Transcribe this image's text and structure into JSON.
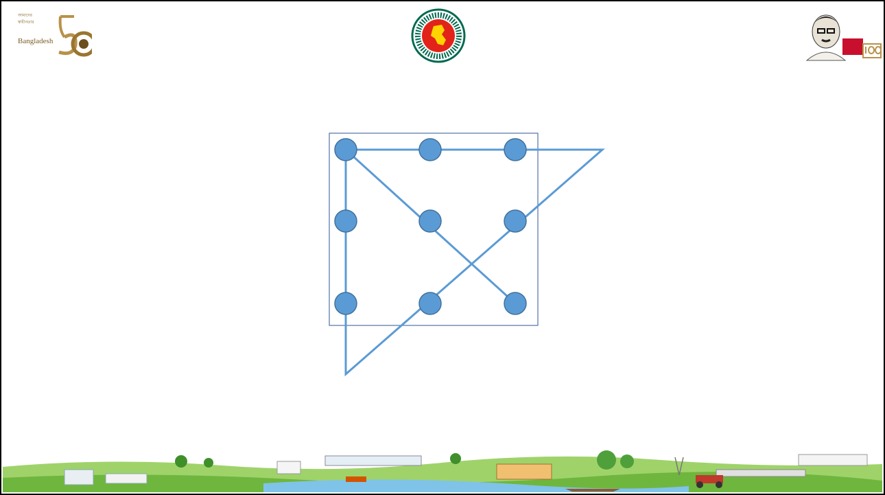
{
  "colors": {
    "dot_fill": "#5b9bd5",
    "dot_stroke": "#41719c",
    "line": "#5b9bd5",
    "box_border": "#2f5597",
    "gold": "#b8924a",
    "green": "#006a4e",
    "red": "#e2231a"
  },
  "header": {
    "left_logo": {
      "icon": "bangladesh-50-logo-icon",
      "lines": [
        "আমাদের",
        "স্বাধীনতার",
        "Bangladesh"
      ]
    },
    "center_logo": {
      "icon": "government-seal-icon"
    },
    "right_logo": {
      "icon": "mujib-100-logo-icon"
    }
  },
  "footer": {
    "icon": "landscape-banner-icon"
  }
}
